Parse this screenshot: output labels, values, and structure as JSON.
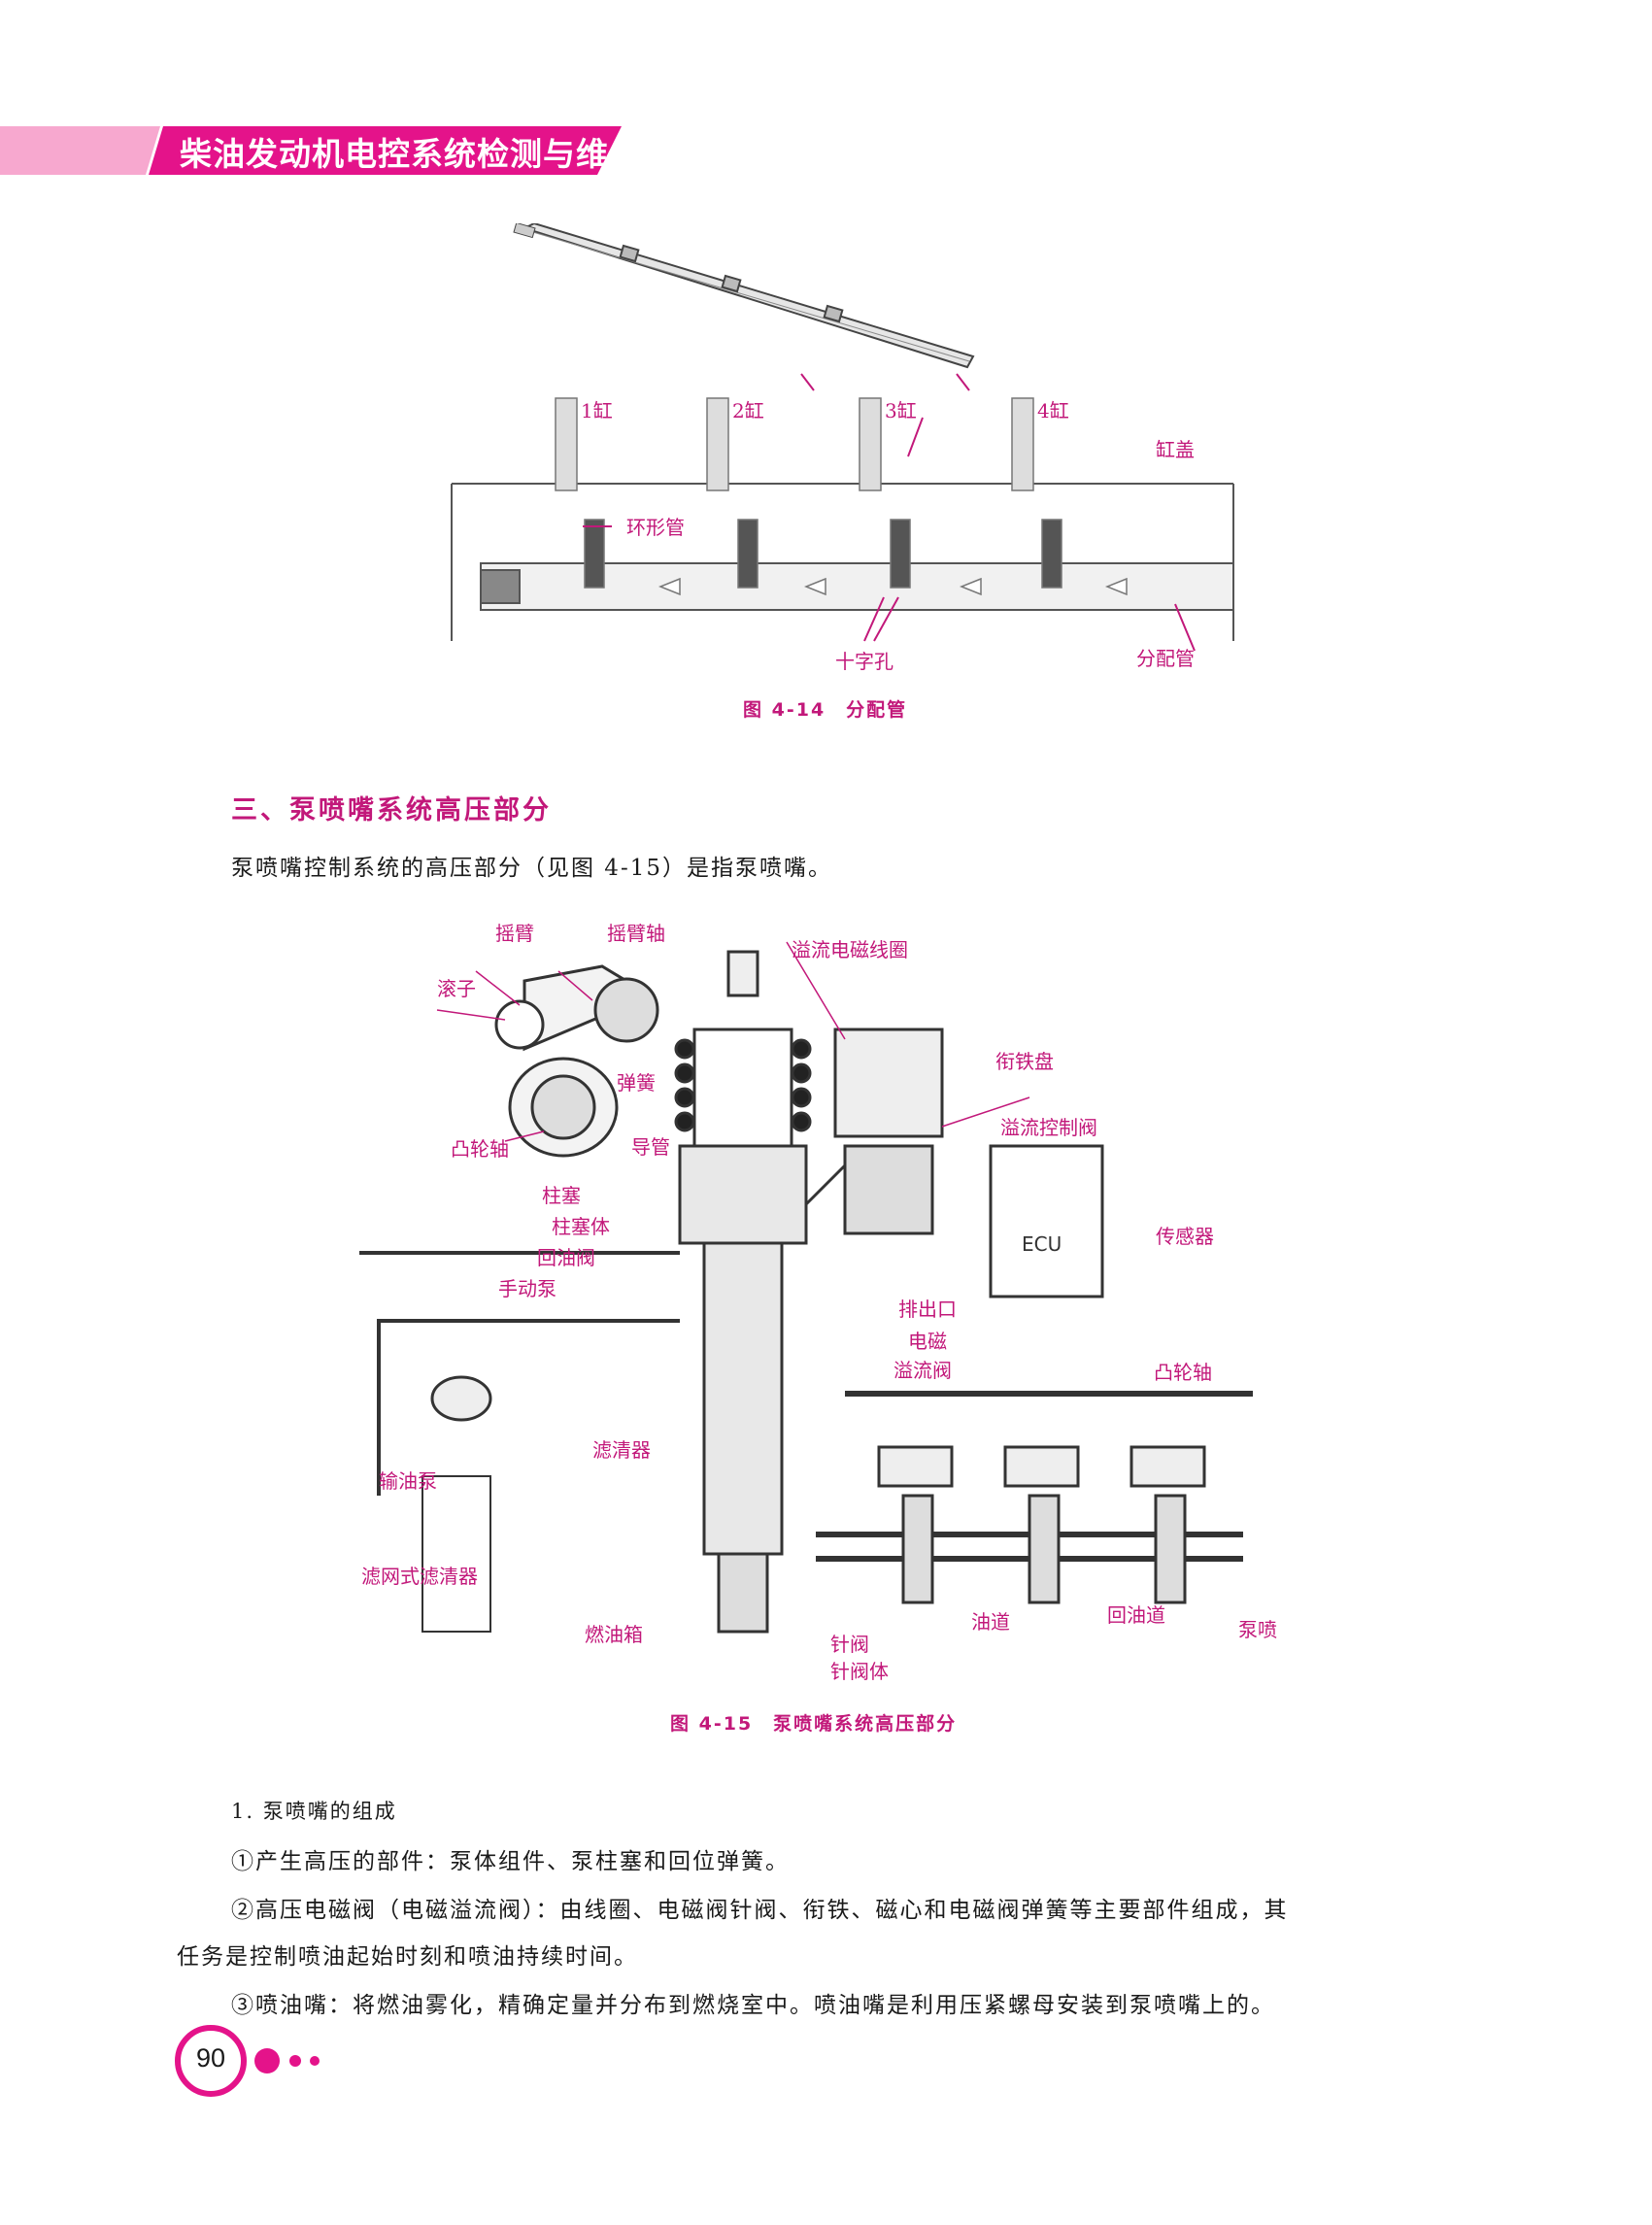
{
  "header": {
    "title": "柴油发动机电控系统检测与维修"
  },
  "figure_4_14": {
    "caption": "图 4-14　分配管",
    "labels": {
      "cyl1": "1缸",
      "cyl2": "2缸",
      "cyl3": "3缸",
      "cyl4": "4缸",
      "cylinder_head": "缸盖",
      "ring_pipe": "环形管",
      "cross_hole": "十字孔",
      "distribution_pipe": "分配管"
    }
  },
  "section": {
    "heading": "三、泵喷嘴系统高压部分"
  },
  "intro": "泵喷嘴控制系统的高压部分（见图 4-15）是指泵喷嘴。",
  "figure_4_15": {
    "caption": "图 4-15　泵喷嘴系统高压部分",
    "labels": {
      "rocker_arm": "摇臂",
      "rocker_shaft": "摇臂轴",
      "roller": "滚子",
      "overflow_coil": "溢流电磁线圈",
      "armature_disc": "衔铁盘",
      "spring": "弹簧",
      "camshaft_left": "凸轮轴",
      "guide_tube": "导管",
      "overflow_control_valve": "溢流控制阀",
      "plunger": "柱塞",
      "plunger_body": "柱塞体",
      "return_valve": "回油阀",
      "hand_pump": "手动泵",
      "ecu": "ECU",
      "sensor": "传感器",
      "outlet": "排出口",
      "solenoid_overflow_valve_1": "电磁",
      "solenoid_overflow_valve_2": "溢流阀",
      "filter": "滤清器",
      "camshaft_right": "凸轮轴",
      "feed_pump": "输油泵",
      "mesh_filter": "滤网式滤清器",
      "fuel_tank": "燃油箱",
      "needle_valve": "针阀",
      "needle_body": "针阀体",
      "oil_gallery": "油道",
      "return_gallery": "回油道",
      "pump_injector": "泵喷"
    }
  },
  "body": {
    "item_heading": "1. 泵喷嘴的组成",
    "item1": "①产生高压的部件：泵体组件、泵柱塞和回位弹簧。",
    "item2_line1": "②高压电磁阀（电磁溢流阀）：由线圈、电磁阀针阀、衔铁、磁心和电磁阀弹簧等主要部件组成，其",
    "item2_line2": "任务是控制喷油起始时刻和喷油持续时间。",
    "item3": "③喷油嘴：将燃油雾化，精确定量并分布到燃烧室中。喷油嘴是利用压紧螺母安装到泵喷嘴上的。"
  },
  "footer": {
    "page_number": "90"
  },
  "colors": {
    "accent": "#c2187a",
    "band_light": "#f7a8cf"
  }
}
